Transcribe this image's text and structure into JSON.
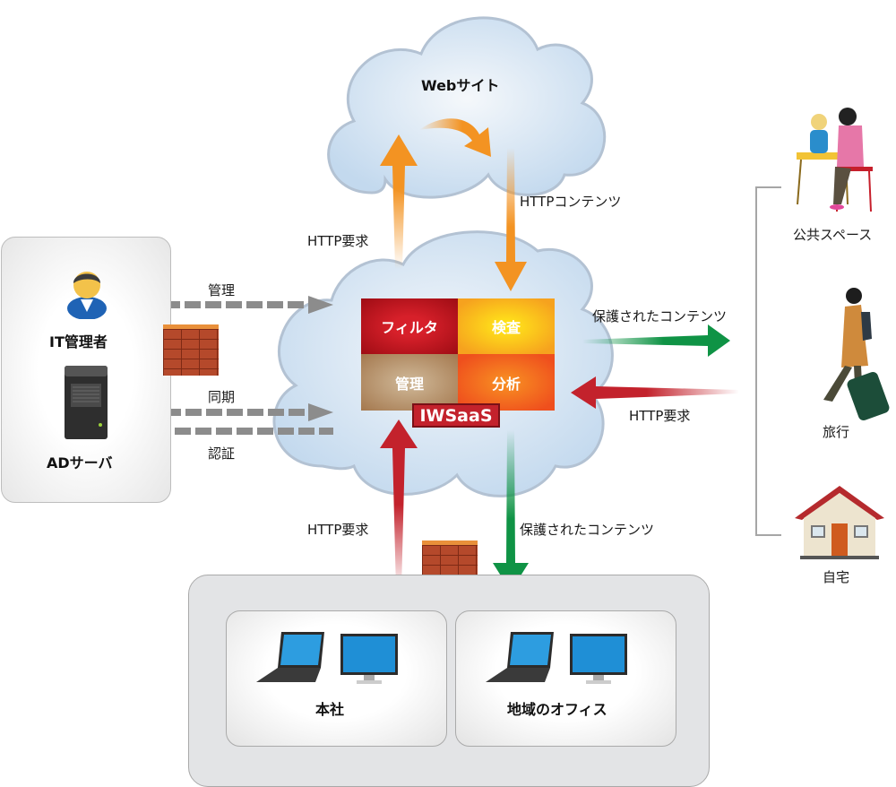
{
  "clouds": {
    "website": {
      "label": "Webサイト"
    },
    "service": {
      "name": "IWSaaS",
      "modules": [
        "フィルタ",
        "検査",
        "管理",
        "分析"
      ]
    }
  },
  "flows": {
    "http_request_up": "HTTP要求",
    "http_content_down": "HTTPコンテンツ",
    "manage": "管理",
    "sync": "同期",
    "auth": "認証",
    "protected_content_right": "保護されたコンテンツ",
    "http_request_right": "HTTP要求",
    "http_request_bottom": "HTTP要求",
    "protected_content_bottom": "保護されたコンテンツ"
  },
  "left_panel": {
    "admin_label": "IT管理者",
    "server_label": "ADサーバ"
  },
  "remote_users": [
    {
      "label": "公共スペース",
      "icon": "cafe-people-icon"
    },
    {
      "label": "旅行",
      "icon": "traveler-icon"
    },
    {
      "label": "自宅",
      "icon": "house-icon"
    }
  ],
  "offices": [
    {
      "label": "本社"
    },
    {
      "label": "地域のオフィス"
    }
  ],
  "colors": {
    "orange_arrow": "#f39322",
    "green_arrow": "#0f9345",
    "red_arrow": "#c3222c",
    "gray_arrow": "#8c8c8c",
    "cloud_fill": "#c9def0",
    "cloud_stroke": "#b3c2d3"
  }
}
